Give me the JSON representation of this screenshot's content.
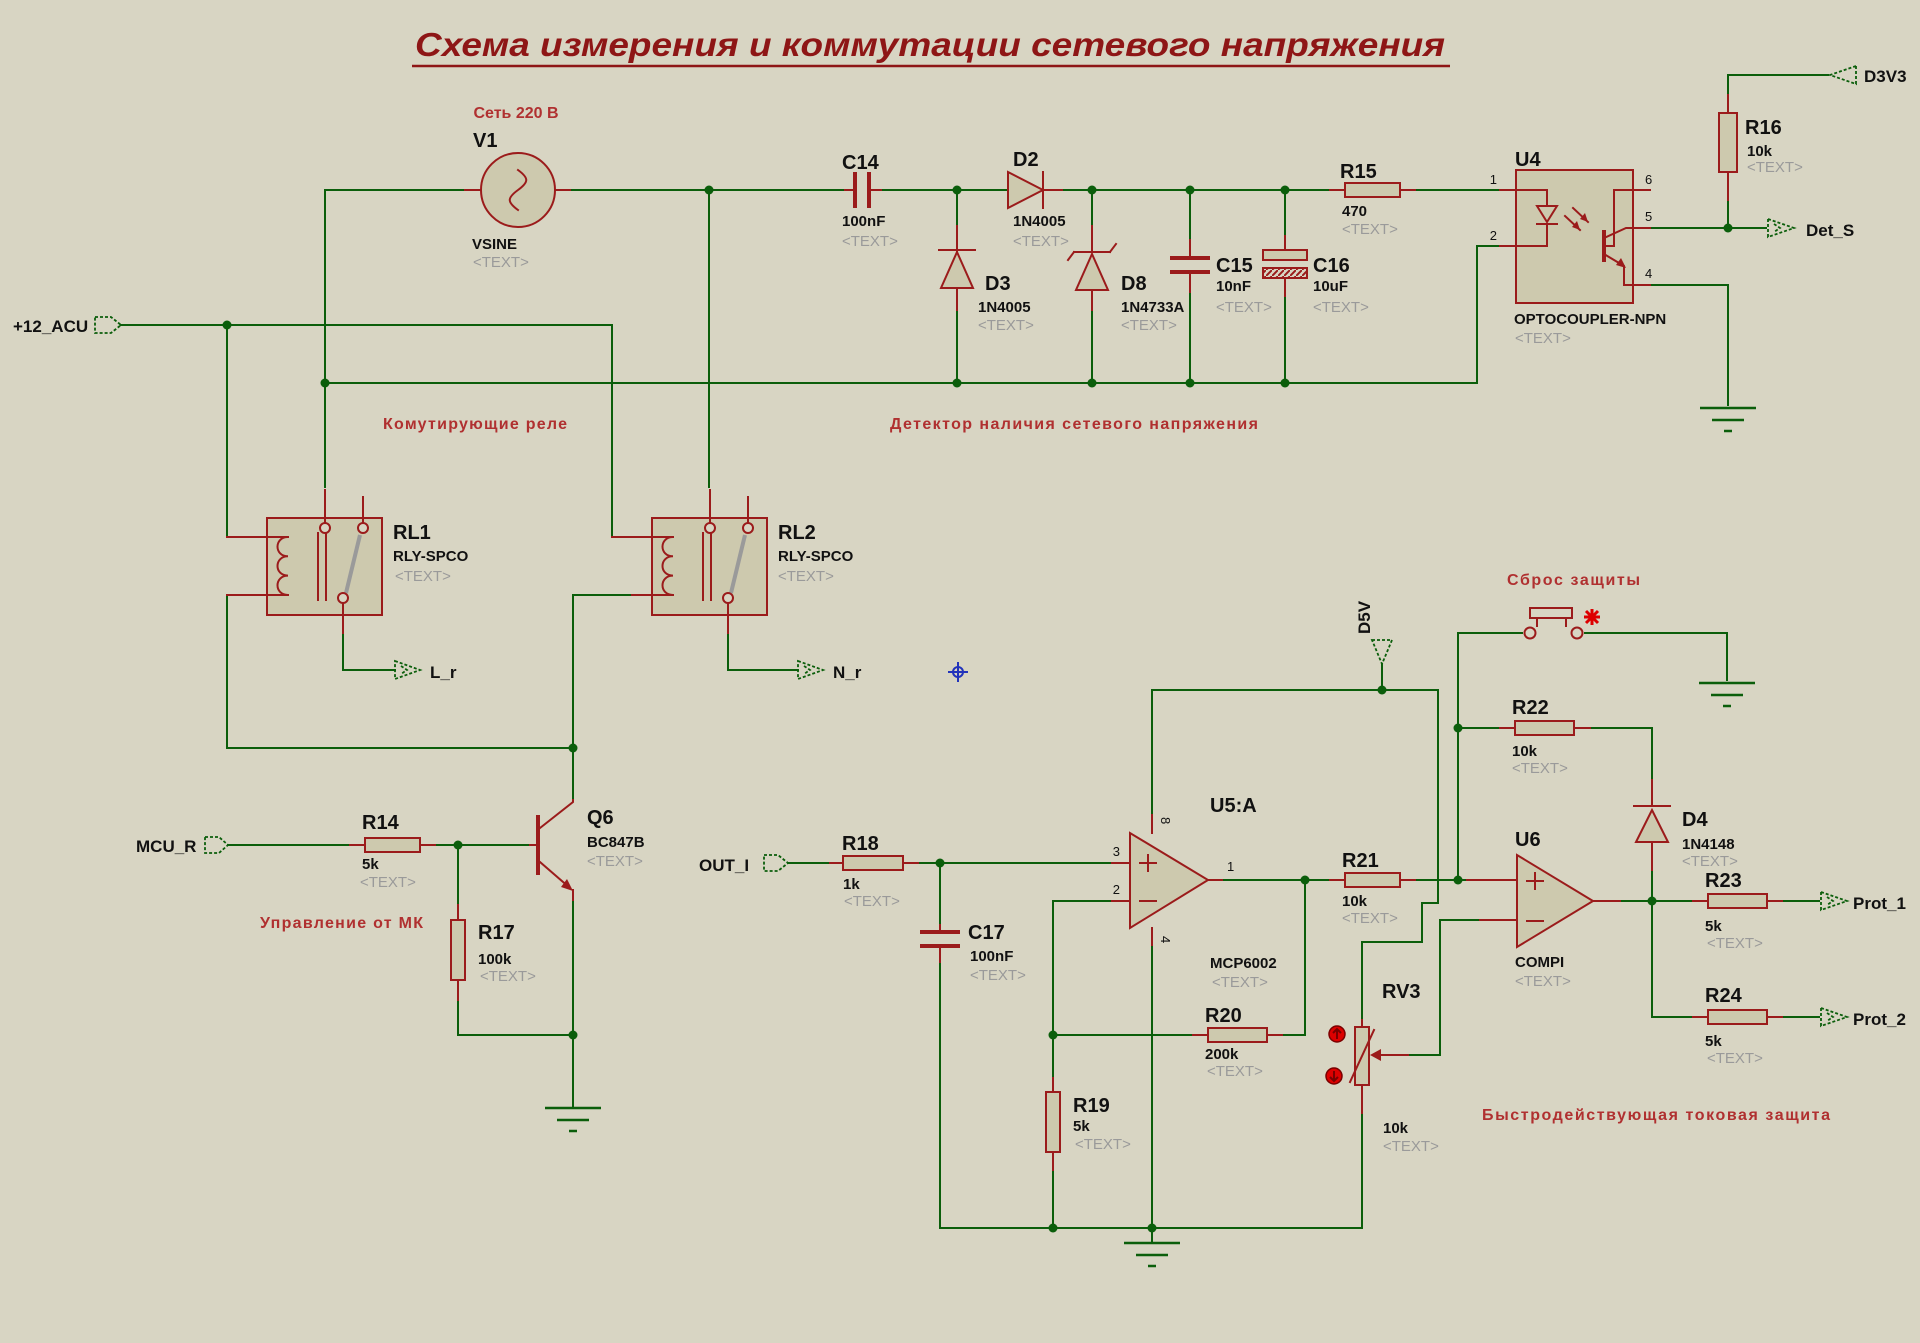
{
  "title": "Схема измерения и коммутации сетевого напряжения",
  "ph": "<TEXT>",
  "ann": {
    "mains": "Сеть 220 В",
    "relays": "Комутирующие реле",
    "detector": "Детектор наличия сетевого напряжения",
    "mcu": "Управление от МК",
    "reset": "Сброс защиты",
    "fast": "Быстродействующая токовая защита"
  },
  "t": {
    "p12": "+12_ACU",
    "mcur": "MCU_R",
    "outi": "OUT_I",
    "lr": "L_r",
    "nr": "N_r",
    "d3v3": "D3V3",
    "dets": "Det_S",
    "d5v": "D5V",
    "prot1": "Prot_1",
    "prot2": "Prot_2"
  },
  "c": {
    "V1": {
      "ref": "V1",
      "val": "VSINE"
    },
    "C14": {
      "ref": "C14",
      "val": "100nF"
    },
    "D2": {
      "ref": "D2",
      "val": "1N4005"
    },
    "D3": {
      "ref": "D3",
      "val": "1N4005"
    },
    "D8": {
      "ref": "D8",
      "val": "1N4733A"
    },
    "C15": {
      "ref": "C15",
      "val": "10nF"
    },
    "C16": {
      "ref": "C16",
      "val": "10uF"
    },
    "R15": {
      "ref": "R15",
      "val": "470"
    },
    "U4": {
      "ref": "U4",
      "val": "OPTOCOUPLER-NPN",
      "pins": {
        "p1": "1",
        "p2": "2",
        "p4": "4",
        "p5": "5",
        "p6": "6"
      }
    },
    "R16": {
      "ref": "R16",
      "val": "10k"
    },
    "RL1": {
      "ref": "RL1",
      "val": "RLY-SPCO"
    },
    "RL2": {
      "ref": "RL2",
      "val": "RLY-SPCO"
    },
    "R14": {
      "ref": "R14",
      "val": "5k"
    },
    "R17": {
      "ref": "R17",
      "val": "100k"
    },
    "Q6": {
      "ref": "Q6",
      "val": "BC847B"
    },
    "R18": {
      "ref": "R18",
      "val": "1k"
    },
    "C17": {
      "ref": "C17",
      "val": "100nF"
    },
    "U5": {
      "ref": "U5:A",
      "val": "MCP6002",
      "pins": {
        "p1": "1",
        "p2": "2",
        "p3": "3",
        "p4": "4",
        "p8": "8"
      }
    },
    "R19": {
      "ref": "R19",
      "val": "5k"
    },
    "R20": {
      "ref": "R20",
      "val": "200k"
    },
    "R21": {
      "ref": "R21",
      "val": "10k"
    },
    "RV3": {
      "ref": "RV3",
      "val": "10k"
    },
    "U6": {
      "ref": "U6",
      "val": "COMPI"
    },
    "R22": {
      "ref": "R22",
      "val": "10k"
    },
    "D4": {
      "ref": "D4",
      "val": "1N4148"
    },
    "R23": {
      "ref": "R23",
      "val": "5k"
    },
    "R24": {
      "ref": "R24",
      "val": "5k"
    }
  },
  "colors": {
    "bg": "#d8d5c3",
    "wire": "#0b5e0b",
    "comp": "#9b1b1b",
    "cfill": "#cdc9ae",
    "gray": "#9a9a9a",
    "black": "#111111",
    "redlbl": "#b03030",
    "title": "#8e1616",
    "bright": "#dd0000",
    "blue": "#2233bb"
  }
}
